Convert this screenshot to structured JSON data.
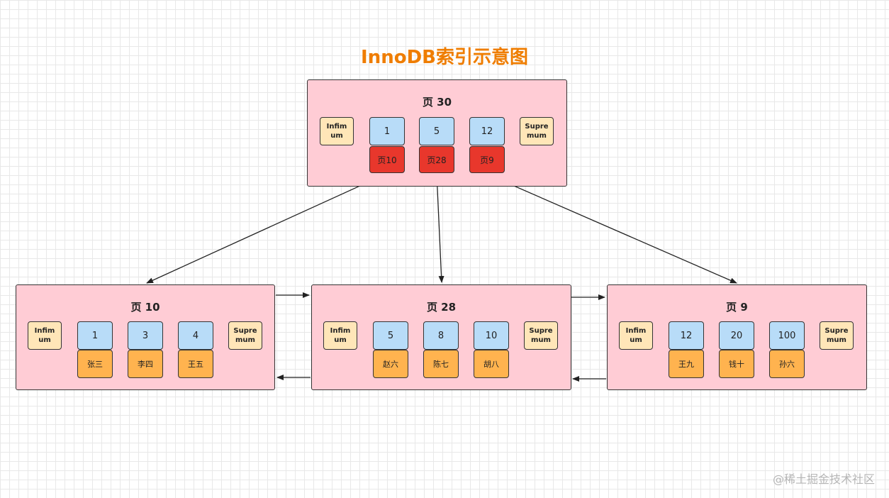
{
  "title": "InnoDB索引示意图",
  "root": {
    "label": "页 30",
    "infimum": "Infim um",
    "supremum": "Supre mum",
    "keys": [
      "1",
      "5",
      "12"
    ],
    "pointers": [
      "页10",
      "页28",
      "页9"
    ]
  },
  "leaves": [
    {
      "label": "页 10",
      "infimum": "Infim um",
      "supremum": "Supre mum",
      "keys": [
        "1",
        "3",
        "4"
      ],
      "values": [
        "张三",
        "李四",
        "王五"
      ]
    },
    {
      "label": "页 28",
      "infimum": "Infim um",
      "supremum": "Supre mum",
      "keys": [
        "5",
        "8",
        "10"
      ],
      "values": [
        "赵六",
        "陈七",
        "胡八"
      ]
    },
    {
      "label": "页 9",
      "infimum": "Infim um",
      "supremum": "Supre mum",
      "keys": [
        "12",
        "20",
        "100"
      ],
      "values": [
        "王九",
        "钱十",
        "孙六"
      ]
    }
  ],
  "watermark": "@稀土掘金技术社区",
  "colors": {
    "title": "#ef7d00",
    "page_bg": "#ffccd5",
    "record_boundary": "#ffe6b8",
    "key": "#b8dcf8",
    "value": "#ffb34f",
    "pointer": "#e8372c"
  }
}
